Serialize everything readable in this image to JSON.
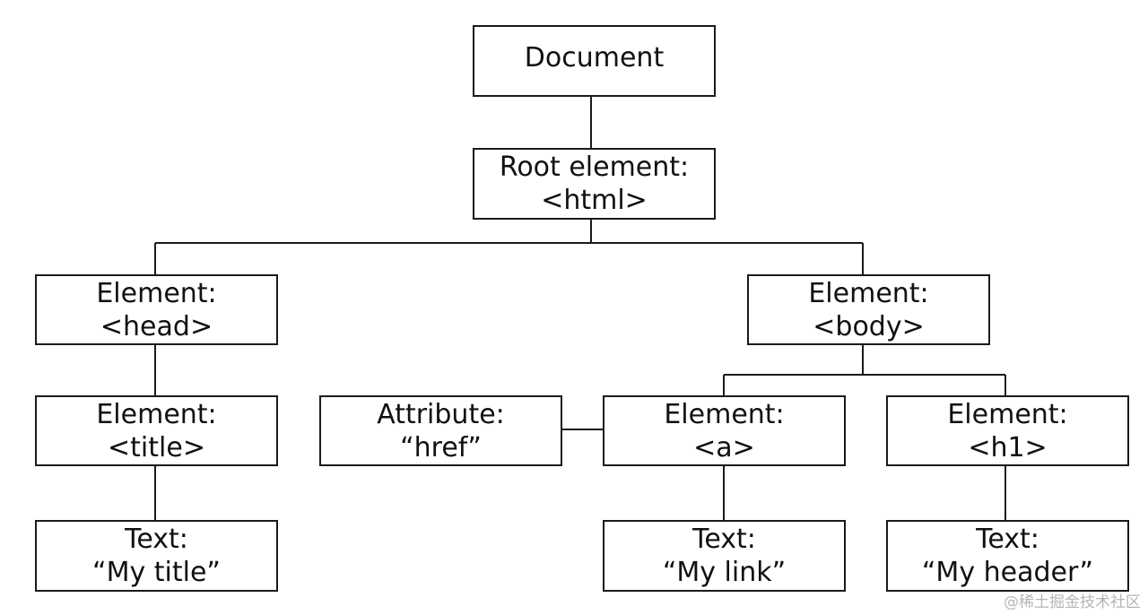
{
  "nodes": {
    "document": {
      "line1": "Document",
      "line2": ""
    },
    "root": {
      "line1": "Root element:",
      "line2": "<html>"
    },
    "head": {
      "line1": "Element:",
      "line2": "<head>"
    },
    "body": {
      "line1": "Element:",
      "line2": "<body>"
    },
    "title": {
      "line1": "Element:",
      "line2": "<title>"
    },
    "attribute": {
      "line1": "Attribute:",
      "line2": "“href”"
    },
    "a": {
      "line1": "Element:",
      "line2": "<a>"
    },
    "h1": {
      "line1": "Element:",
      "line2": "<h1>"
    },
    "text_title": {
      "line1": "Text:",
      "line2": "“My title”"
    },
    "text_link": {
      "line1": "Text:",
      "line2": "“My link”"
    },
    "text_header": {
      "line1": "Text:",
      "line2": "“My header”"
    }
  },
  "watermark": "@稀土掘金技术社区"
}
